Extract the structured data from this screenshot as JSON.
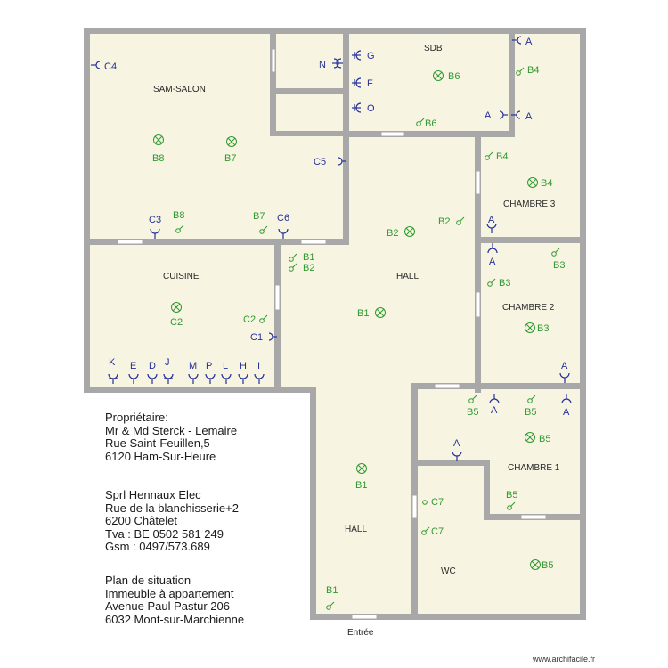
{
  "rooms": {
    "sam_salon": "SAM-SALON",
    "sdb": "SDB",
    "chambre3": "CHAMBRE 3",
    "cuisine": "CUISINE",
    "hall_top": "HALL",
    "chambre2": "CHAMBRE 2",
    "chambre1": "CHAMBRE 1",
    "hall_bottom": "HALL",
    "wc": "WC"
  },
  "owner": {
    "line1": "Propriétaire:",
    "line2": "Mr & Md Sterck - Lemaire",
    "line3": "Rue Saint-Feuillen,5",
    "line4": "6120 Ham-Sur-Heure"
  },
  "contractor": {
    "line1": "Sprl Hennaux Elec",
    "line2": "Rue de la blanchisserie+2",
    "line3": "6200 Châtelet",
    "line4": "Tva : BE 0502 581 249",
    "line5": "Gsm : 0497/573.689"
  },
  "plan": {
    "line1": "Plan de situation",
    "line2": "Immeuble à appartement",
    "line3": "Avenue Paul Pastur 206",
    "line4": "6032 Mont-sur-Marchienne"
  },
  "entrance": "Entrée",
  "credit": "www.archifacile.fr",
  "labels": {
    "lights": {
      "sam_b8": "B8",
      "sam_b7": "B7",
      "sdb_b6": "B6",
      "ch3_b4": "B4",
      "hall_b2": "B2",
      "hall_b1": "B1",
      "cuisine_c2": "C2",
      "ch2_b3": "B3",
      "ch1_b5": "B5",
      "hall2_b1": "B1",
      "wc_b5": "B5"
    },
    "switches": {
      "sam_b8": "B8",
      "sam_b7": "B7",
      "sdb_b6": "B6",
      "ch3_b4a": "B4",
      "ch3_b4b": "B4",
      "hall_b2": "B2",
      "hall_b1": "B1",
      "hall_b1b": "B2",
      "cuisine_c2": "C2",
      "ch2_b3a": "B3",
      "ch2_b3b": "B3",
      "ch1_b5a": "B5",
      "ch1_b5b": "B5",
      "ch1_b5c": "B5",
      "wc_c7a": "C7",
      "wc_c7b": "C7",
      "hall2_b1": "B1"
    },
    "outlets": {
      "c4": "C4",
      "n": "N",
      "g": "G",
      "f": "F",
      "o": "O",
      "a1": "A",
      "a2": "A",
      "a3": "A",
      "c5": "C5",
      "c3": "C3",
      "c6": "C6",
      "c1": "C1",
      "k": "K",
      "e": "E",
      "d": "D",
      "j": "J",
      "m": "M",
      "p": "P",
      "l": "L",
      "h": "H",
      "i": "I",
      "ch3_a": "A",
      "ch2_a": "A",
      "ch1_a1": "A",
      "ch1_a2": "A",
      "ch1_a3": "A",
      "corr_a": "A"
    }
  },
  "colors": {
    "wall": "#a8a8a8",
    "floor": "#f8f4e2",
    "light_symbol": "#2f9a2f",
    "outlet_symbol": "#24309a"
  }
}
